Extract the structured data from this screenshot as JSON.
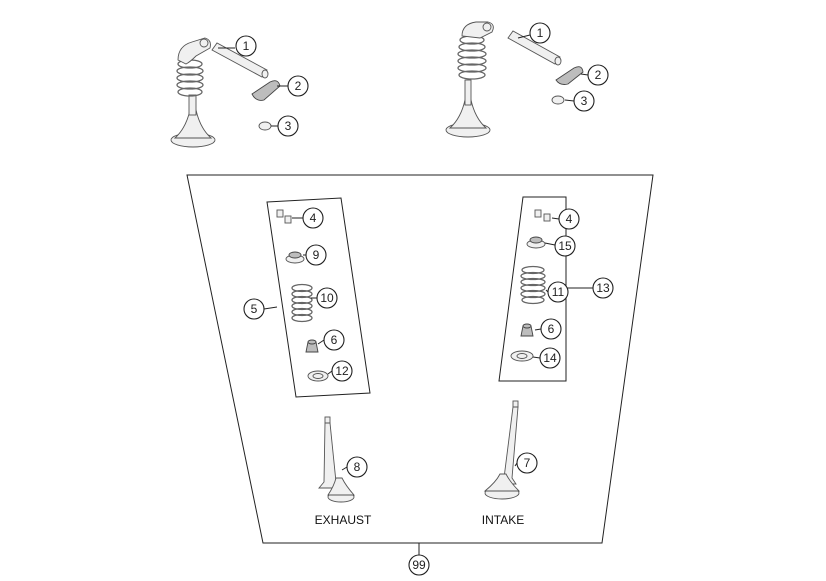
{
  "labels": {
    "exhaust": "EXHAUST",
    "intake": "INTAKE"
  },
  "callouts": {
    "tl_1": "1",
    "tl_2": "2",
    "tl_3": "3",
    "tr_1": "1",
    "tr_2": "2",
    "tr_3": "3",
    "ex_4": "4",
    "ex_9": "9",
    "ex_5": "5",
    "ex_10": "10",
    "ex_6": "6",
    "ex_12": "12",
    "in_4": "4",
    "in_15": "15",
    "in_13": "13",
    "in_11": "11",
    "in_6": "6",
    "in_14": "14",
    "ex_8": "8",
    "in_7": "7",
    "kit_99": "99"
  }
}
